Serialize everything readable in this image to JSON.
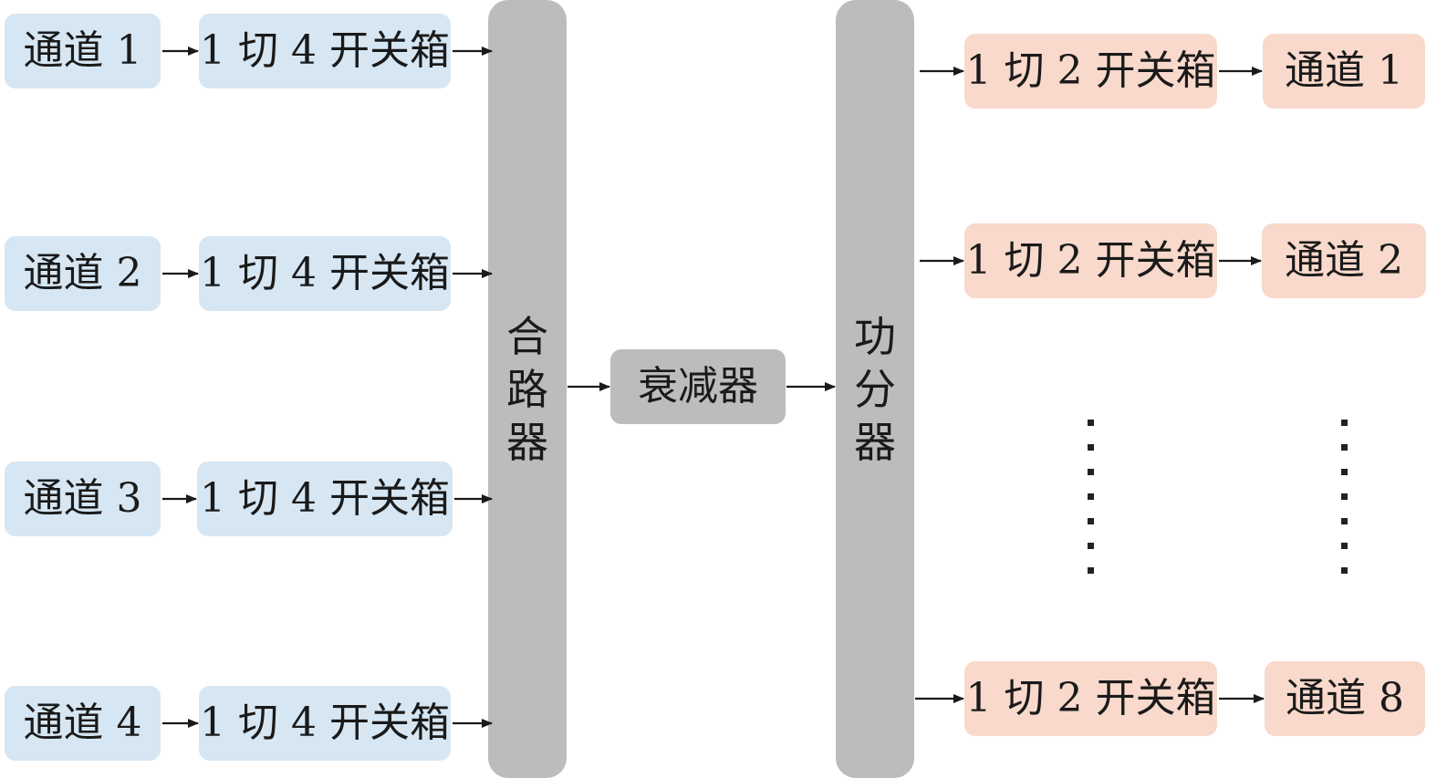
{
  "inputs": [
    {
      "channel": "通道 1",
      "switch": "1 切 4 开关箱"
    },
    {
      "channel": "通道 2",
      "switch": "1 切 4 开关箱"
    },
    {
      "channel": "通道 3",
      "switch": "1 切 4 开关箱"
    },
    {
      "channel": "通道 4",
      "switch": "1 切 4 开关箱"
    }
  ],
  "combiner": [
    "合",
    "路",
    "器"
  ],
  "attenuator": "衰减器",
  "splitter": [
    "功",
    "分",
    "器"
  ],
  "outputs": [
    {
      "switch": "1 切 2 开关箱",
      "channel": "通道 1"
    },
    {
      "switch": "1 切 2 开关箱",
      "channel": "通道 2"
    },
    {
      "switch": "1 切 2 开关箱",
      "channel": "通道 8"
    }
  ],
  "colors": {
    "input_fill": "#d6e6f3",
    "output_fill": "#f8d9cb",
    "block_fill": "#bcbcbc",
    "arrow": "#1a1a1a"
  }
}
